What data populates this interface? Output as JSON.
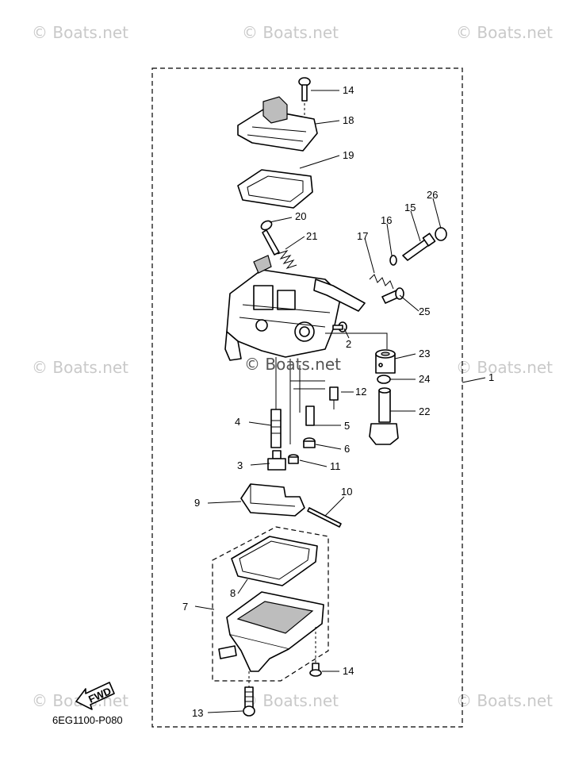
{
  "watermark": "© Boats.net",
  "center_watermark": "© Boats.net",
  "diagram_code": "6EG1100-P080",
  "fwd_label": "FWD",
  "callouts": [
    "1",
    "2",
    "3",
    "4",
    "5",
    "6",
    "7",
    "8",
    "9",
    "10",
    "11",
    "12",
    "13",
    "14",
    "14",
    "15",
    "16",
    "17",
    "18",
    "19",
    "20",
    "21",
    "22",
    "23",
    "24",
    "25",
    "26"
  ],
  "colors": {
    "line": "#000000",
    "watermark": "#c9c9c9",
    "shade": "#bdbdbd"
  }
}
